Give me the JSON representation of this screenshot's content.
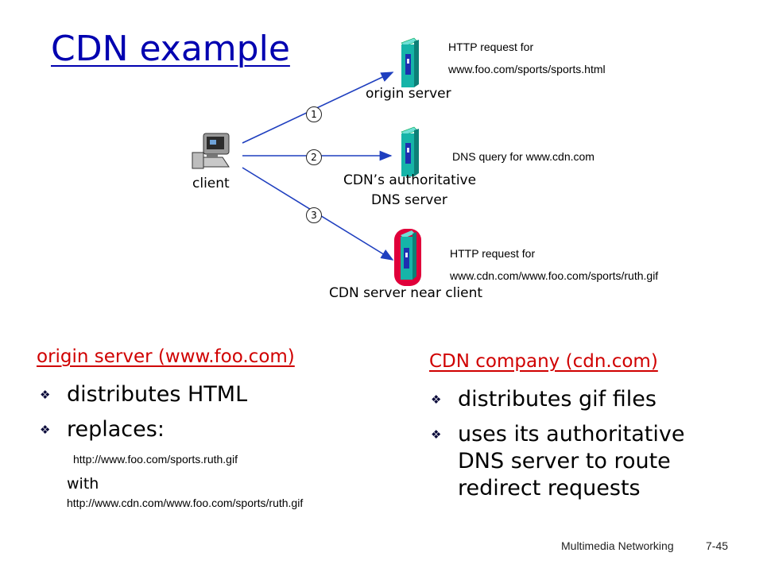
{
  "title": "CDN example",
  "diagram": {
    "nodes": {
      "client": "client",
      "origin_server": "origin server",
      "cdn_dns": [
        "CDN’s authoritative",
        "DNS server"
      ],
      "cdn_server": "CDN server near client"
    },
    "steps": [
      "1",
      "2",
      "3"
    ],
    "annotations": {
      "step1": [
        "HTTP request for",
        "www.foo.com/sports/sports.html"
      ],
      "step2": "DNS query for www.cdn.com",
      "step3": [
        "HTTP request for",
        "www.cdn.com/www.foo.com/sports/ruth.gif"
      ]
    },
    "colors": {
      "arrow": "#1f3fbf",
      "highlight": "#e0003a",
      "server_body": "#16b4a8",
      "server_slot": "#1e2fb0"
    }
  },
  "left": {
    "heading": "origin server (www.foo.com)",
    "bullets": [
      "distributes HTML",
      "replaces:"
    ],
    "url_old": "http://www.foo.com/sports.ruth.gif",
    "with_word": "with",
    "url_new": "http://www.cdn.com/www.foo.com/sports/ruth.gif"
  },
  "right": {
    "heading": "CDN company (cdn.com)",
    "bullets": [
      "distributes gif files",
      "uses its authoritative DNS server to route redirect requests"
    ]
  },
  "footer": {
    "section": "Multimedia Networking",
    "page": "7-45"
  }
}
